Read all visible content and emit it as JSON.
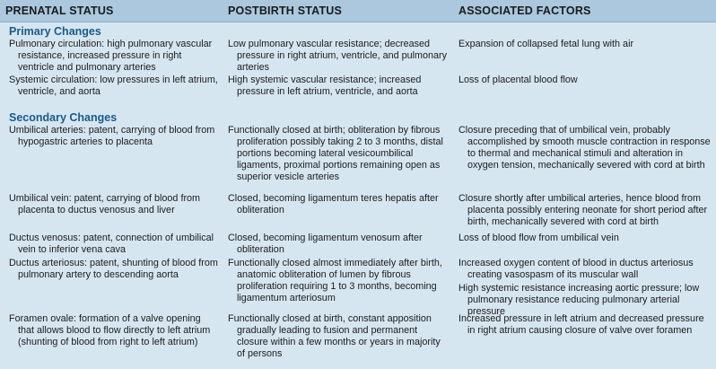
{
  "headers": [
    "PRENATAL STATUS",
    "POSTBIRTH STATUS",
    "ASSOCIATED FACTORS"
  ],
  "sections": [
    {
      "title": "Primary Changes",
      "rows": [
        {
          "prenatal": "Pulmonary circulation: high pulmonary vascular resistance, increased pressure in right ventricle and pulmonary arteries",
          "postbirth": "Low pulmonary vascular resistance; decreased pressure in right atrium, ventricle, and pulmonary arteries",
          "factors": "Expansion of collapsed fetal lung with air"
        },
        {
          "prenatal": "Systemic circulation: low pressures in left atrium, ventricle, and aorta",
          "postbirth": "High systemic vascular resistance; increased pressure in left atrium, ventricle, and aorta",
          "factors": "Loss of placental blood flow"
        }
      ]
    },
    {
      "title": "Secondary Changes",
      "rows": [
        {
          "prenatal": "Umbilical arteries: patent, carrying of blood from hypogastric arteries to placenta",
          "postbirth": "Functionally closed at birth; obliteration by fibrous proliferation possibly taking 2 to 3 months, distal portions becoming lateral vesicoumbilical ligaments, proximal portions remaining open as superior vesicle arteries",
          "factors": "Closure preceding that of umbilical vein, probably accomplished by smooth muscle contraction in response to thermal and mechanical stimuli and alteration in oxygen tension, mechanically severed with cord at birth"
        },
        {
          "prenatal": "Umbilical vein: patent, carrying of blood from placenta to ductus venosus and liver",
          "postbirth": "Closed, becoming ligamentum teres hepatis after obliteration",
          "factors": "Closure shortly after umbilical arteries, hence blood from placenta possibly entering neonate for short period after birth, mechanically severed with cord at birth"
        },
        {
          "prenatal": "Ductus venosus: patent, connection of umbilical vein to inferior vena cava",
          "postbirth": "Closed, becoming ligamentum venosum after obliteration",
          "factors": "Loss of blood flow from umbilical vein"
        },
        {
          "prenatal": "Ductus arteriosus: patent, shunting of blood from pulmonary artery to descending aorta",
          "postbirth": "Functionally closed almost immediately after birth, anatomic obliteration of lumen by fibrous proliferation requiring 1 to 3 months, becoming ligamentum arteriosum",
          "factors": "Increased oxygen content of blood in ductus arteriosus creating vasospasm of its muscular wall",
          "factors2": "High systemic resistance increasing aortic pressure; low pulmonary resistance reducing pulmonary arterial pressure"
        },
        {
          "prenatal": "Foramen ovale: formation of a valve opening that allows blood to flow directly to left atrium (shunting of blood from right to left atrium)",
          "postbirth": "Functionally closed at birth, constant apposition gradually leading to fusion and permanent closure within a few months or years in majority of persons",
          "factors": "Increased pressure in left atrium and decreased pressure in right atrium causing closure of valve over foramen"
        }
      ]
    }
  ]
}
